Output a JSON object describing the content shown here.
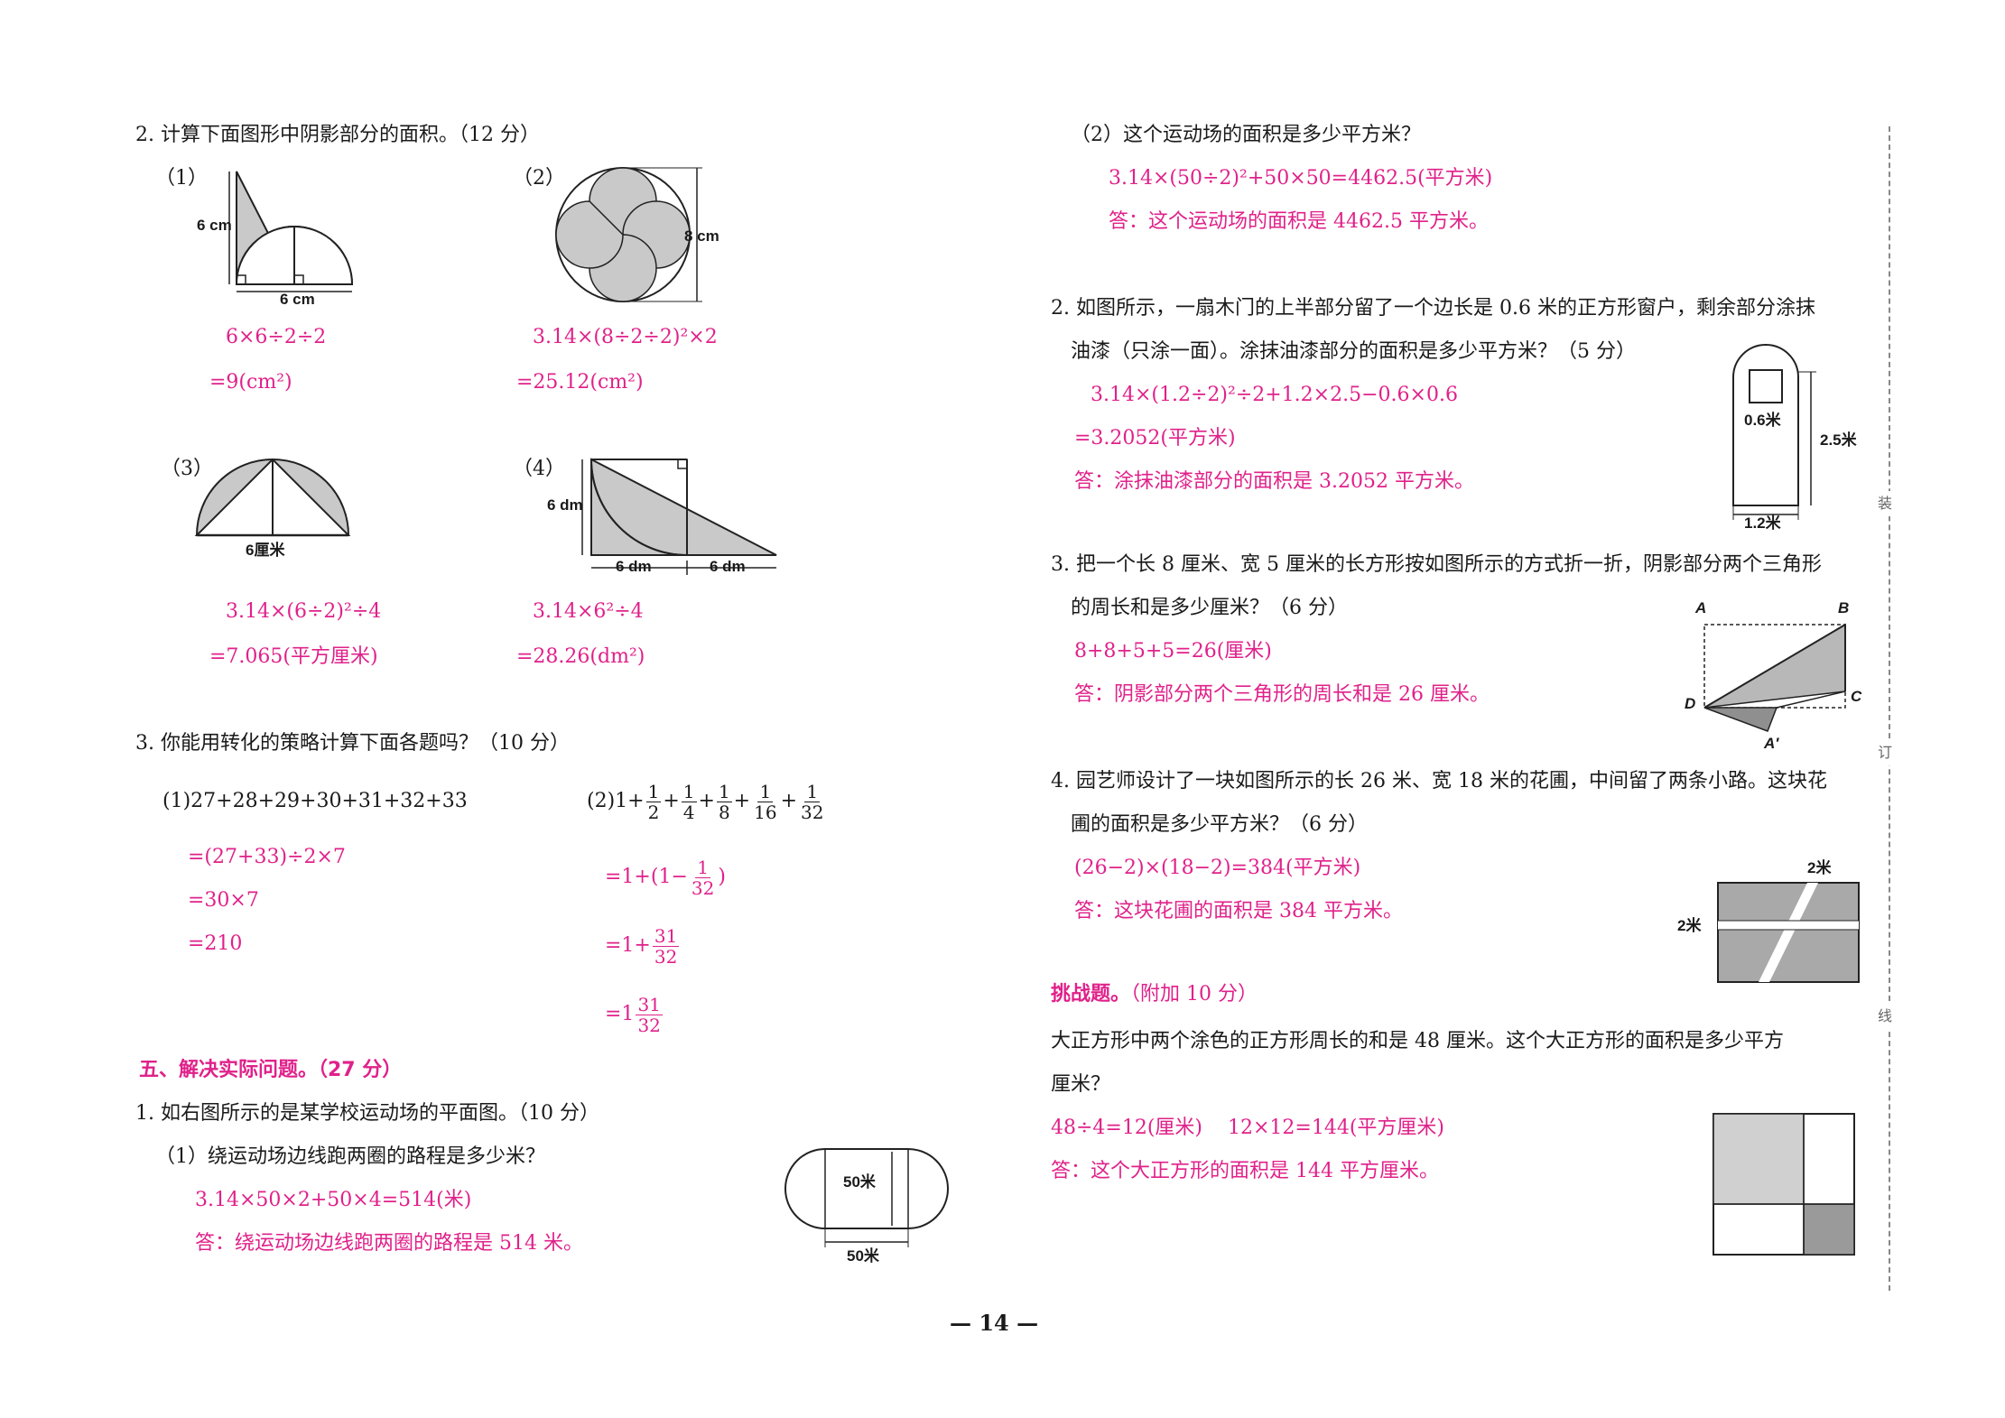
{
  "left": {
    "q2_title": "2. 计算下面图形中阴影部分的面积。（12 分）",
    "q2_1": {
      "num": "（1）",
      "dim_h": "6 cm",
      "dim_w": "6 cm",
      "ans1": "6×6÷2÷2",
      "ans2": "=9(cm²)"
    },
    "q2_2": {
      "num": "（2）",
      "dim": "8 cm",
      "ans1": "3.14×(8÷2÷2)²×2",
      "ans2": "=25.12(cm²)"
    },
    "q2_3": {
      "num": "（3）",
      "dim": "6厘米",
      "ans1": "3.14×(6÷2)²÷4",
      "ans2": "=7.065(平方厘米)"
    },
    "q2_4": {
      "num": "（4）",
      "dim_h": "6 dm",
      "dim_w1": "6 dm",
      "dim_w2": "6 dm",
      "ans1": "3.14×6²÷4",
      "ans2": "=28.26(dm²)"
    },
    "q3_title": "3. 你能用转化的策略计算下面各题吗？（10 分）",
    "q3_1": {
      "expr": "(1)27+28+29+30+31+32+33",
      "s1": "=(27+33)÷2×7",
      "s2": "=30×7",
      "s3": "=210"
    },
    "q3_2": {
      "prefix": "(2)1+",
      "f1n": "1",
      "f1d": "2",
      "f2n": "1",
      "f2d": "4",
      "f3n": "1",
      "f3d": "8",
      "f4n": "1",
      "f4d": "16",
      "f5n": "1",
      "f5d": "32",
      "s1a": "=1+(1−",
      "s1n": "1",
      "s1d": "32",
      "s1b": ")",
      "s2a": "=1+",
      "s2n": "31",
      "s2d": "32",
      "s3a": "=1",
      "s3n": "31",
      "s3d": "32"
    },
    "sec5": "五、解决实际问题。（27 分）",
    "p1_title": "1. 如右图所示的是某学校运动场的平面图。（10 分）",
    "p1_q1": "（1）绕运动场边线跑两圈的路程是多少米？",
    "p1_a1": "3.14×50×2+50×4=514(米)",
    "p1_a2": "答：绕运动场边线跑两圈的路程是 514 米。",
    "p1_dim_h": "50米",
    "p1_dim_w": "50米"
  },
  "right": {
    "p1_q2": "（2）这个运动场的面积是多少平方米？",
    "p1_q2_a1": "3.14×(50÷2)²+50×50=4462.5(平方米)",
    "p1_q2_a2": "答：这个运动场的面积是 4462.5 平方米。",
    "p2_l1": "2. 如图所示，一扇木门的上半部分留了一个边长是 0.6 米的正方形窗户，剩余部分涂抹",
    "p2_l2": "油漆（只涂一面）。涂抹油漆部分的面积是多少平方米？（5 分）",
    "p2_a1": "3.14×(1.2÷2)²÷2+1.2×2.5−0.6×0.6",
    "p2_a2": "=3.2052(平方米)",
    "p2_a3": "答：涂抹油漆部分的面积是 3.2052 平方米。",
    "p2_win": "0.6米",
    "p2_h": "2.5米",
    "p2_w": "1.2米",
    "p3_l1": "3. 把一个长 8 厘米、宽 5 厘米的长方形按如图所示的方式折一折，阴影部分两个三角形",
    "p3_l2": "的周长和是多少厘米？（6 分）",
    "p3_a1": "8+8+5+5=26(厘米)",
    "p3_a2": "答：阴影部分两个三角形的周长和是 26 厘米。",
    "p3_A": "A",
    "p3_B": "B",
    "p3_C": "C",
    "p3_D": "D",
    "p3_A2": "A′",
    "p4_l1": "4. 园艺师设计了一块如图所示的长 26 米、宽 18 米的花圃，中间留了两条小路。这块花",
    "p4_l2": "圃的面积是多少平方米？（6 分）",
    "p4_a1": "(26−2)×(18−2)=384(平方米)",
    "p4_a2": "答：这块花圃的面积是 384 平方米。",
    "p4_d1": "2米",
    "p4_d2": "2米",
    "ch_title": "挑战题。",
    "ch_extra": "（附加 10 分）",
    "ch_l1": "大正方形中两个涂色的正方形周长的和是 48 厘米。这个大正方形的面积是多少平方",
    "ch_l2": "厘米？",
    "ch_a1": "48÷4=12(厘米)    12×12=144(平方厘米)",
    "ch_a2": "答：这个大正方形的面积是 144 平方厘米。"
  },
  "page_number": "14",
  "binding": [
    "装",
    "订",
    "线"
  ],
  "colors": {
    "answer": "#e0218a",
    "shade": "#c9c9c9",
    "dark_shade": "#9a9a9a"
  }
}
